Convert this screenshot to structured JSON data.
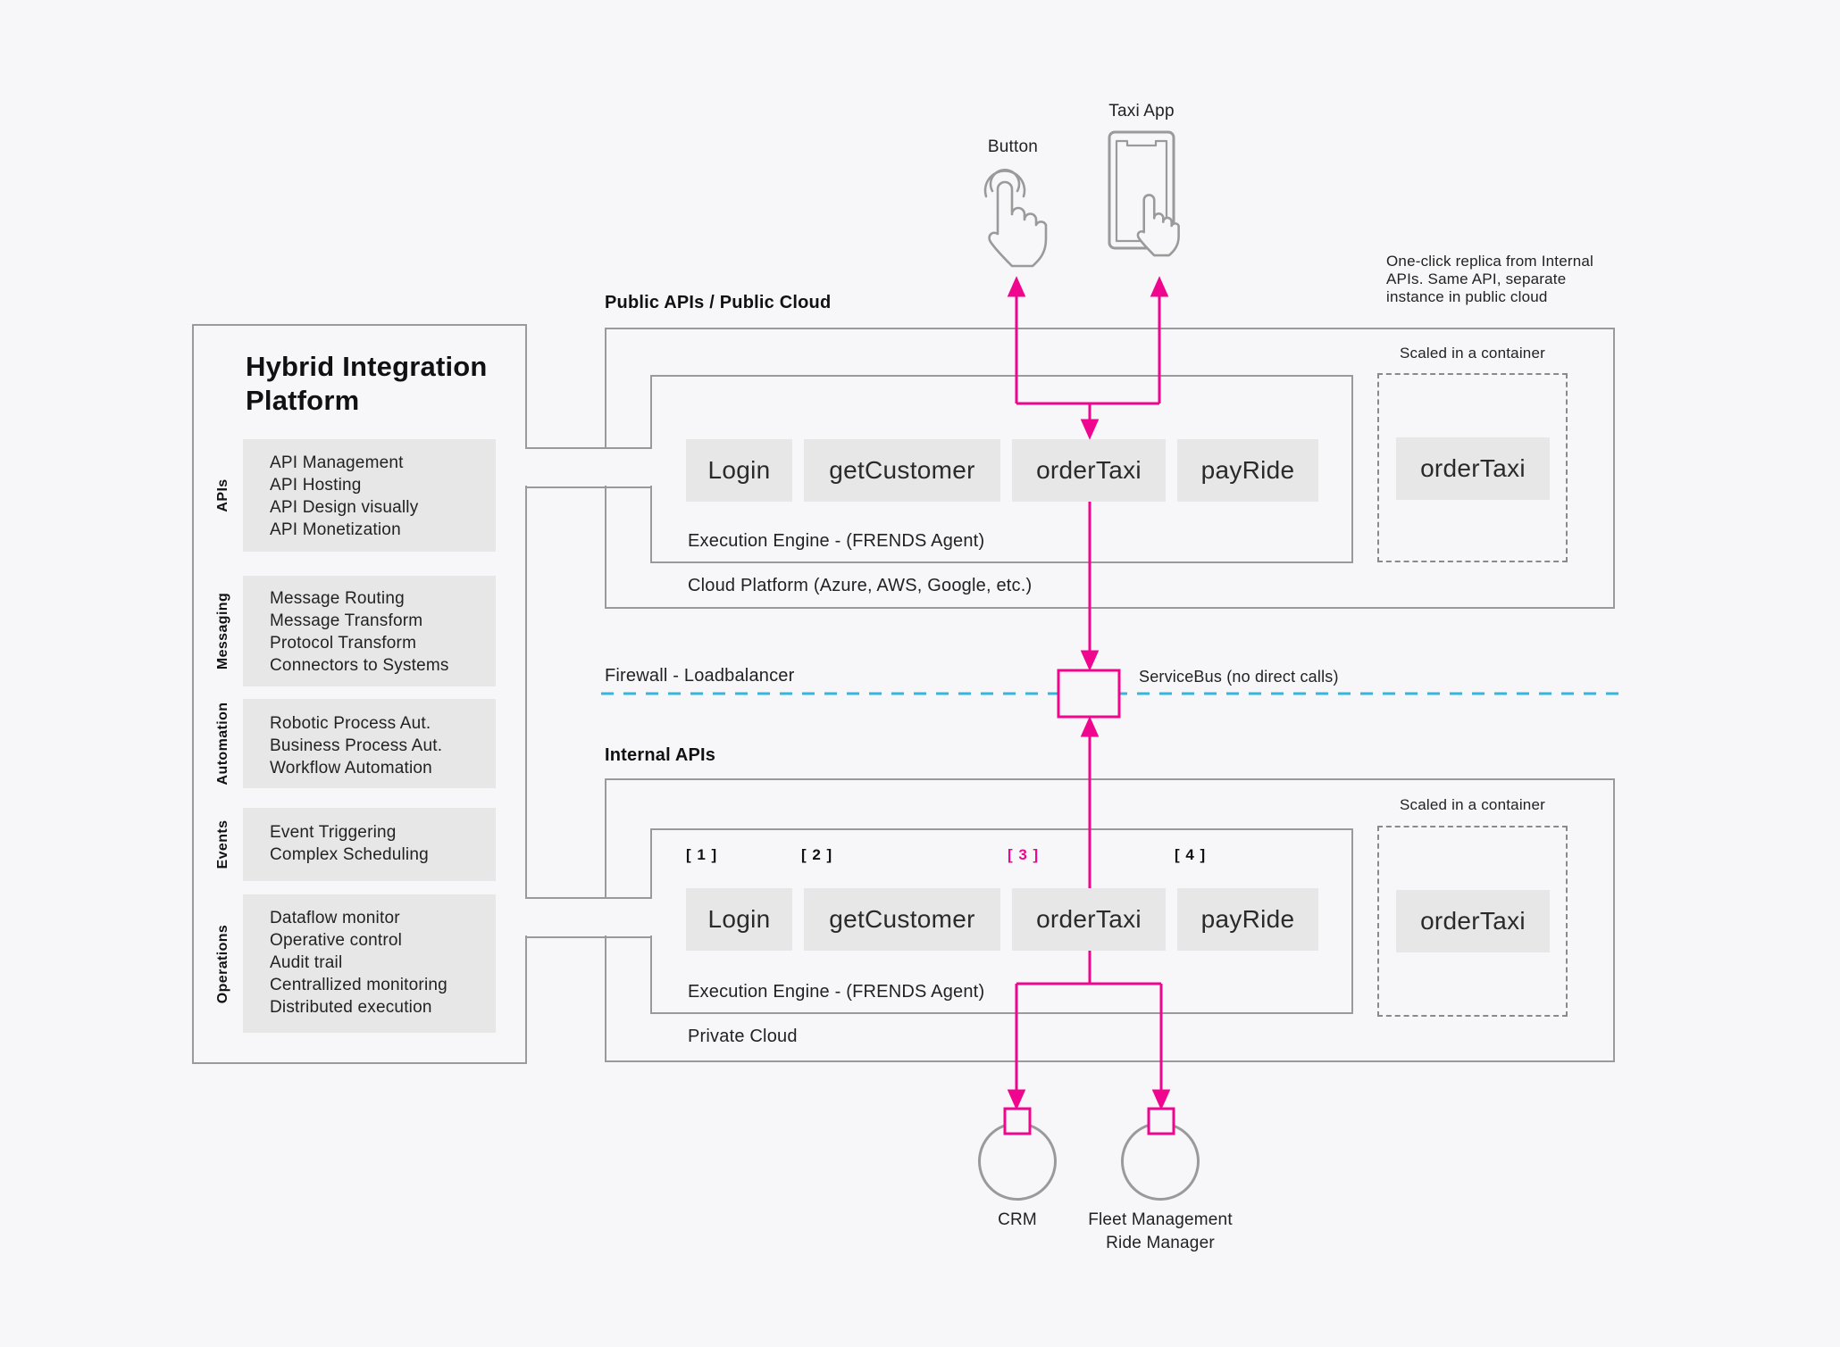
{
  "sidebar": {
    "title": "Hybrid Integration Platform",
    "categories": [
      {
        "label": "APIs",
        "items": [
          "API Management",
          "API Hosting",
          "API Design visually",
          "API Monetization"
        ]
      },
      {
        "label": "Messaging",
        "items": [
          "Message Routing",
          "Message Transform",
          "Protocol Transform",
          "Connectors to Systems"
        ]
      },
      {
        "label": "Automation",
        "items": [
          "Robotic Process Aut.",
          "Business Process Aut.",
          "Workflow Automation"
        ]
      },
      {
        "label": "Events",
        "items": [
          "Event Triggering",
          "Complex Scheduling"
        ]
      },
      {
        "label": "Operations",
        "items": [
          "Dataflow monitor",
          "Operative control",
          "Audit trail",
          "Centrallized monitoring",
          "Distributed execution"
        ]
      }
    ]
  },
  "top": {
    "button_label": "Button",
    "taxi_label": "Taxi App"
  },
  "note": {
    "text": "One-click replica from Internal APIs. Same API, separate instance in public cloud"
  },
  "public": {
    "label": "Public APIs / Public Cloud",
    "buttons": [
      "Login",
      "getCustomer",
      "orderTaxi",
      "payRide"
    ],
    "engine_label": "Execution Engine - (FRENDS Agent)",
    "platform_label": "Cloud Platform (Azure, AWS, Google, etc.)",
    "scaled_label": "Scaled in a container",
    "replica_button": "orderTaxi"
  },
  "firewall": {
    "label": "Firewall - Loadbalancer",
    "servicebus_label": "ServiceBus (no direct calls)"
  },
  "internal": {
    "label": "Internal APIs",
    "numbers": [
      "[ 1 ]",
      "[ 2 ]",
      "[ 3 ]",
      "[ 4 ]"
    ],
    "buttons": [
      "Login",
      "getCustomer",
      "orderTaxi",
      "payRide"
    ],
    "engine_label": "Execution Engine - (FRENDS Agent)",
    "platform_label": "Private Cloud",
    "scaled_label": "Scaled in a container",
    "replica_button": "orderTaxi"
  },
  "bottom": {
    "crm_label": "CRM",
    "fleet_label_1": "Fleet Management",
    "fleet_label_2": "Ride Manager"
  },
  "colors": {
    "magenta": "#F0058F",
    "cyan": "#35B6DC",
    "border_gray": "#9A9A9A",
    "panel_fill": "#E7E7E8",
    "background": "#F7F7F9"
  }
}
